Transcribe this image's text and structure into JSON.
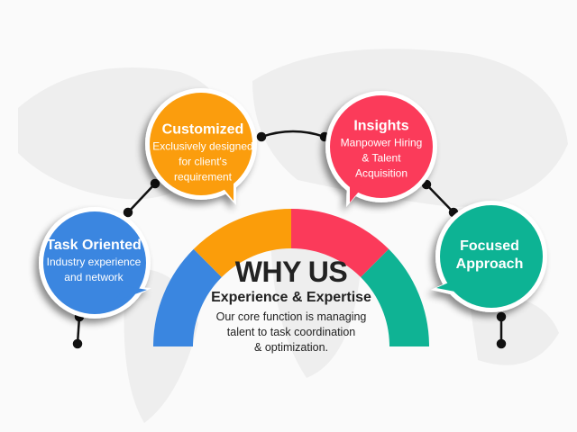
{
  "center": {
    "title": "WHY US",
    "subtitle": "Experience & Expertise",
    "description": [
      "Our core function is managing",
      "talent to task coordination",
      "& optimization."
    ]
  },
  "bubbles": [
    {
      "title": "Task Oriented",
      "lines": [
        "Industry experience",
        "and network"
      ],
      "color": "#3a86e0"
    },
    {
      "title": "Customized",
      "lines": [
        "Exclusively designed",
        "for client's",
        "requirement"
      ],
      "color": "#fb9d0a"
    },
    {
      "title": "Insights",
      "lines": [
        "Manpower Hiring",
        "& Talent",
        "Acquisition"
      ],
      "color": "#fb3a5a"
    },
    {
      "title": "Focused",
      "lines": [
        "Approach"
      ],
      "color": "#0fb394"
    }
  ]
}
